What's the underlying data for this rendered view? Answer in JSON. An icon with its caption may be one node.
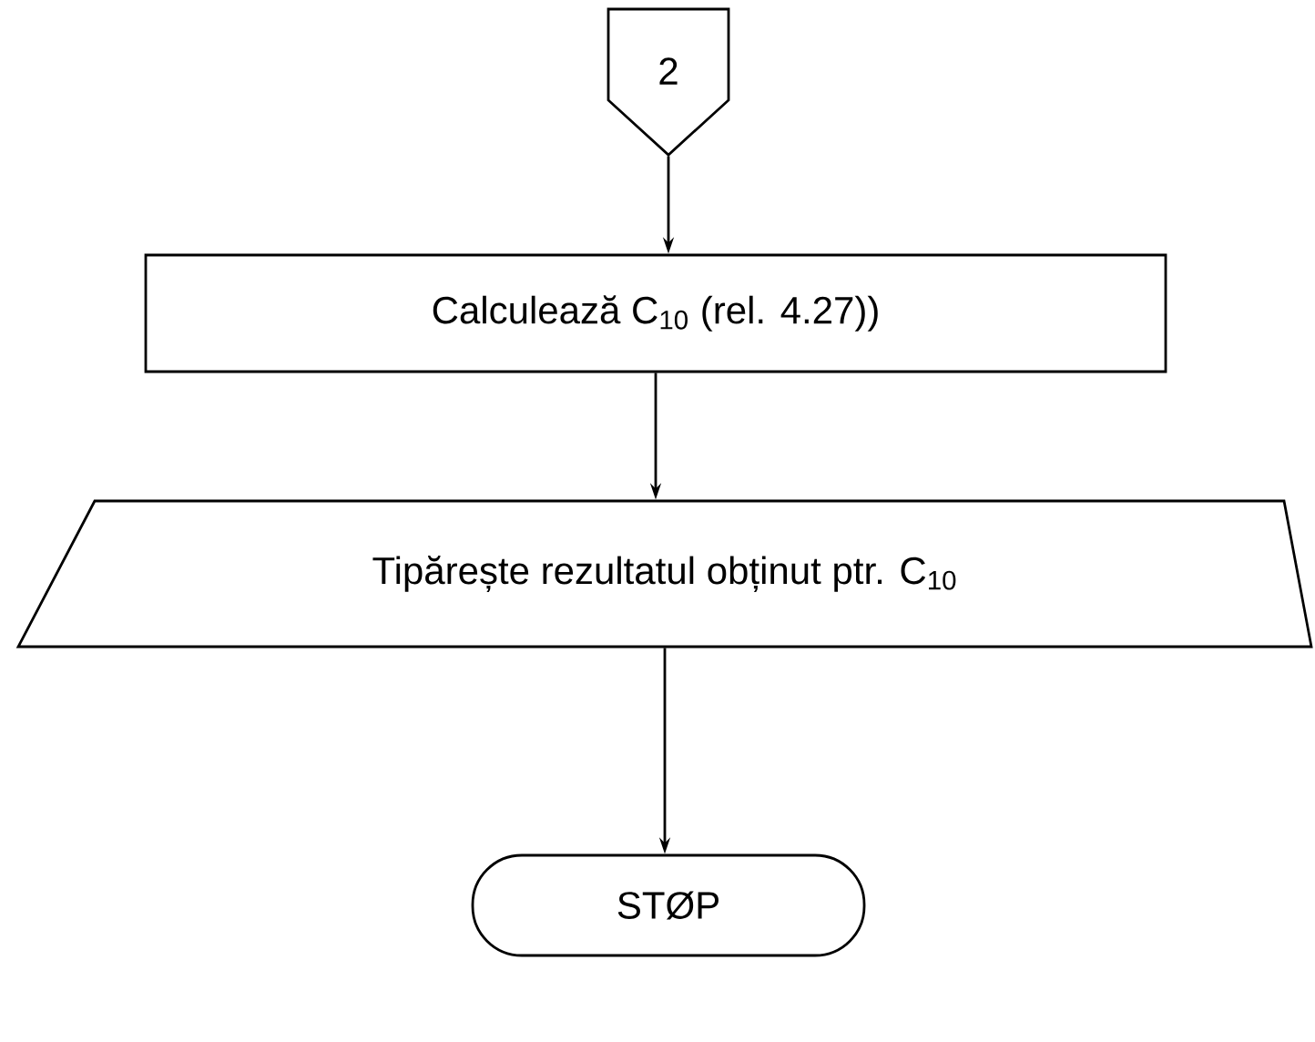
{
  "diagram": {
    "nodes": [
      {
        "text": [
          "2"
        ]
      },
      {
        "text": [
          "Calculează C$_{10}$ (rel. 4.27))"
        ]
      },
      {
        "text": [
          "Tipărește rezultatul obținut ptr. C$_{10}$"
        ]
      },
      {
        "text": [
          "STØP"
        ]
      }
    ],
    "edges": [
      {
        "from": 0,
        "to": 1,
        "arrow": "to"
      },
      {
        "from": 1,
        "to": 2,
        "arrow": "to"
      },
      {
        "from": 2,
        "to": 3,
        "arrow": "to"
      }
    ]
  }
}
